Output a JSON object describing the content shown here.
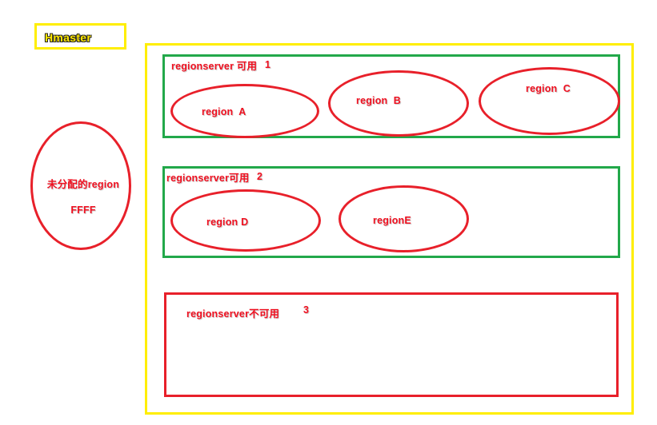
{
  "diagram": {
    "title_node": {
      "label": "Hmaster",
      "text_color": "#ffe800",
      "border_color": "#ffee00"
    },
    "outer_container": {
      "name": "cluster-container",
      "border_color": "#ffee00"
    },
    "unassigned_region": {
      "line1": "未分配的region",
      "line2": "FFFF",
      "border_color": "#e8202a",
      "text_color": "#f01020"
    },
    "groups": [
      {
        "id": "regionserver-available-1",
        "label": "regionserver 可用",
        "index": "1",
        "status": "available",
        "border_color": "#22a84a",
        "regions": [
          {
            "id": "region-a",
            "label": "region  A"
          },
          {
            "id": "region-b",
            "label": "region  B"
          },
          {
            "id": "region-c",
            "label": "region  C"
          }
        ]
      },
      {
        "id": "regionserver-available-2",
        "label": "regionserver可用",
        "index": "2",
        "status": "available",
        "border_color": "#22a84a",
        "regions": [
          {
            "id": "region-d",
            "label": "region D"
          },
          {
            "id": "region-e",
            "label": "regionE"
          }
        ]
      },
      {
        "id": "regionserver-unavailable-3",
        "label": "regionserver不可用",
        "index": "3",
        "status": "unavailable",
        "border_color": "#e8202a",
        "regions": []
      }
    ]
  }
}
